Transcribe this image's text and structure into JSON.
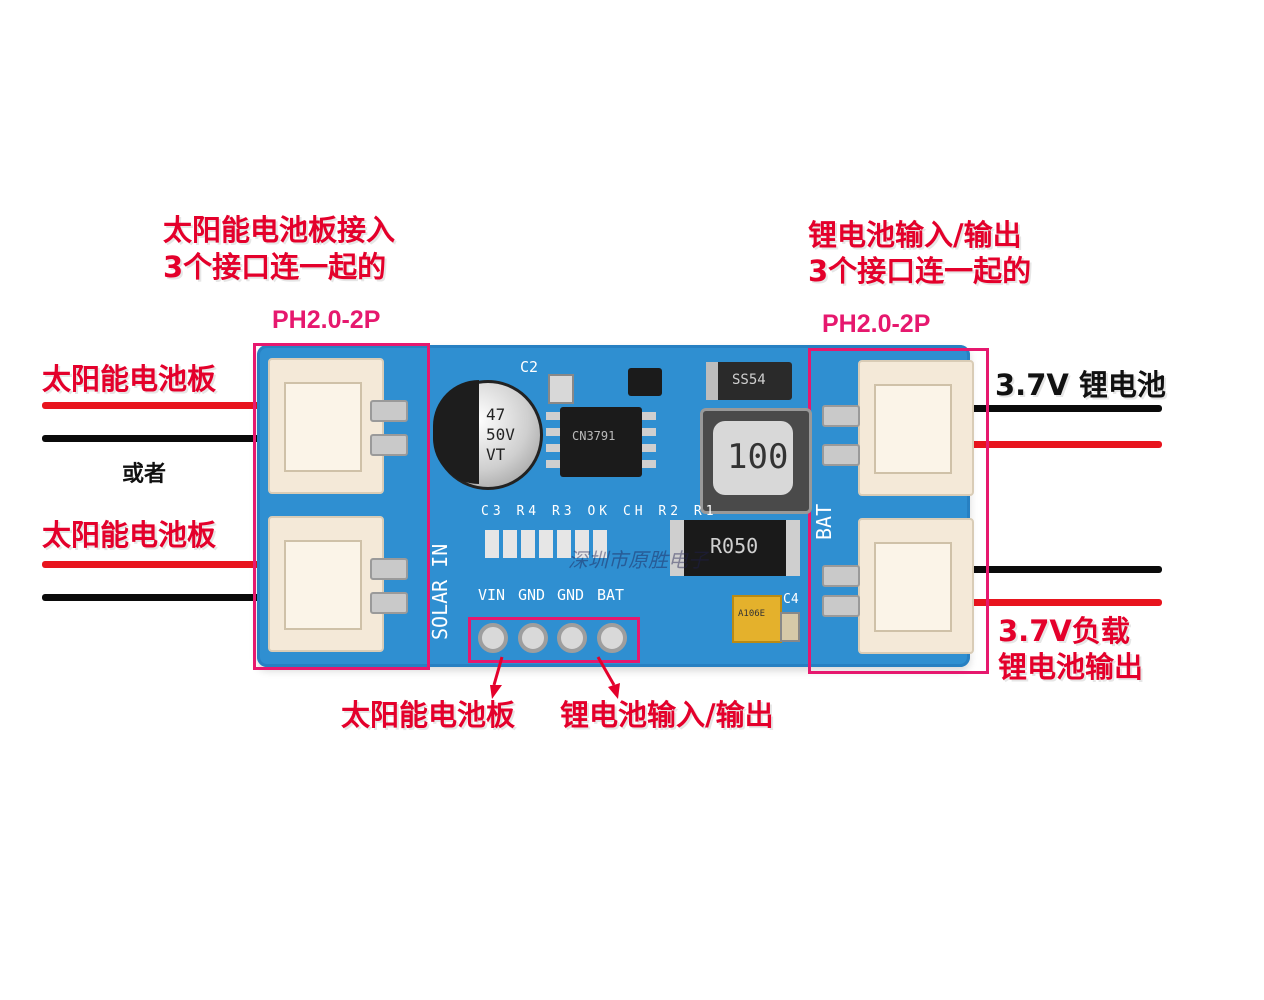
{
  "annotations": {
    "solar_title_line1": "太阳能电池板接入",
    "solar_title_line2": "3个接口连一起的",
    "battery_title_line1": "锂电池输入/输出",
    "battery_title_line2": "3个接口连一起的",
    "connector_left": "PH2.0-2P",
    "connector_right": "PH2.0-2P",
    "solar_panel_1": "太阳能电池板",
    "or_text": "或者",
    "solar_panel_2": "太阳能电池板",
    "battery_37": "3.7V 锂电池",
    "load_line1": "3.7V负载",
    "load_line2": "锂电池输出",
    "header_solar": "太阳能电池板",
    "header_battery": "锂电池输入/输出"
  },
  "board": {
    "silk_solar_in": "SOLAR IN",
    "silk_bat": "BAT",
    "header_pins": [
      "VIN",
      "GND",
      "GND",
      "BAT"
    ],
    "silk_refs": [
      "C3",
      "R4",
      "R3",
      "OK",
      "CH",
      "R2",
      "R1"
    ],
    "cap_label": "47 50V VT",
    "inductor_label": "100",
    "chip_label": "CN3791",
    "diode_label": "SS54",
    "resistor_label": "R050",
    "tant_label": "A106E",
    "c2": "C2",
    "c4": "C4",
    "watermark": "深圳市原胜电子"
  },
  "colors": {
    "board_blue": "#2f8fd1",
    "annotation_red": "#e4002b",
    "highlight_pink": "#e6186e",
    "wire_red": "#e8141e",
    "wire_black": "#0b0b0b"
  }
}
